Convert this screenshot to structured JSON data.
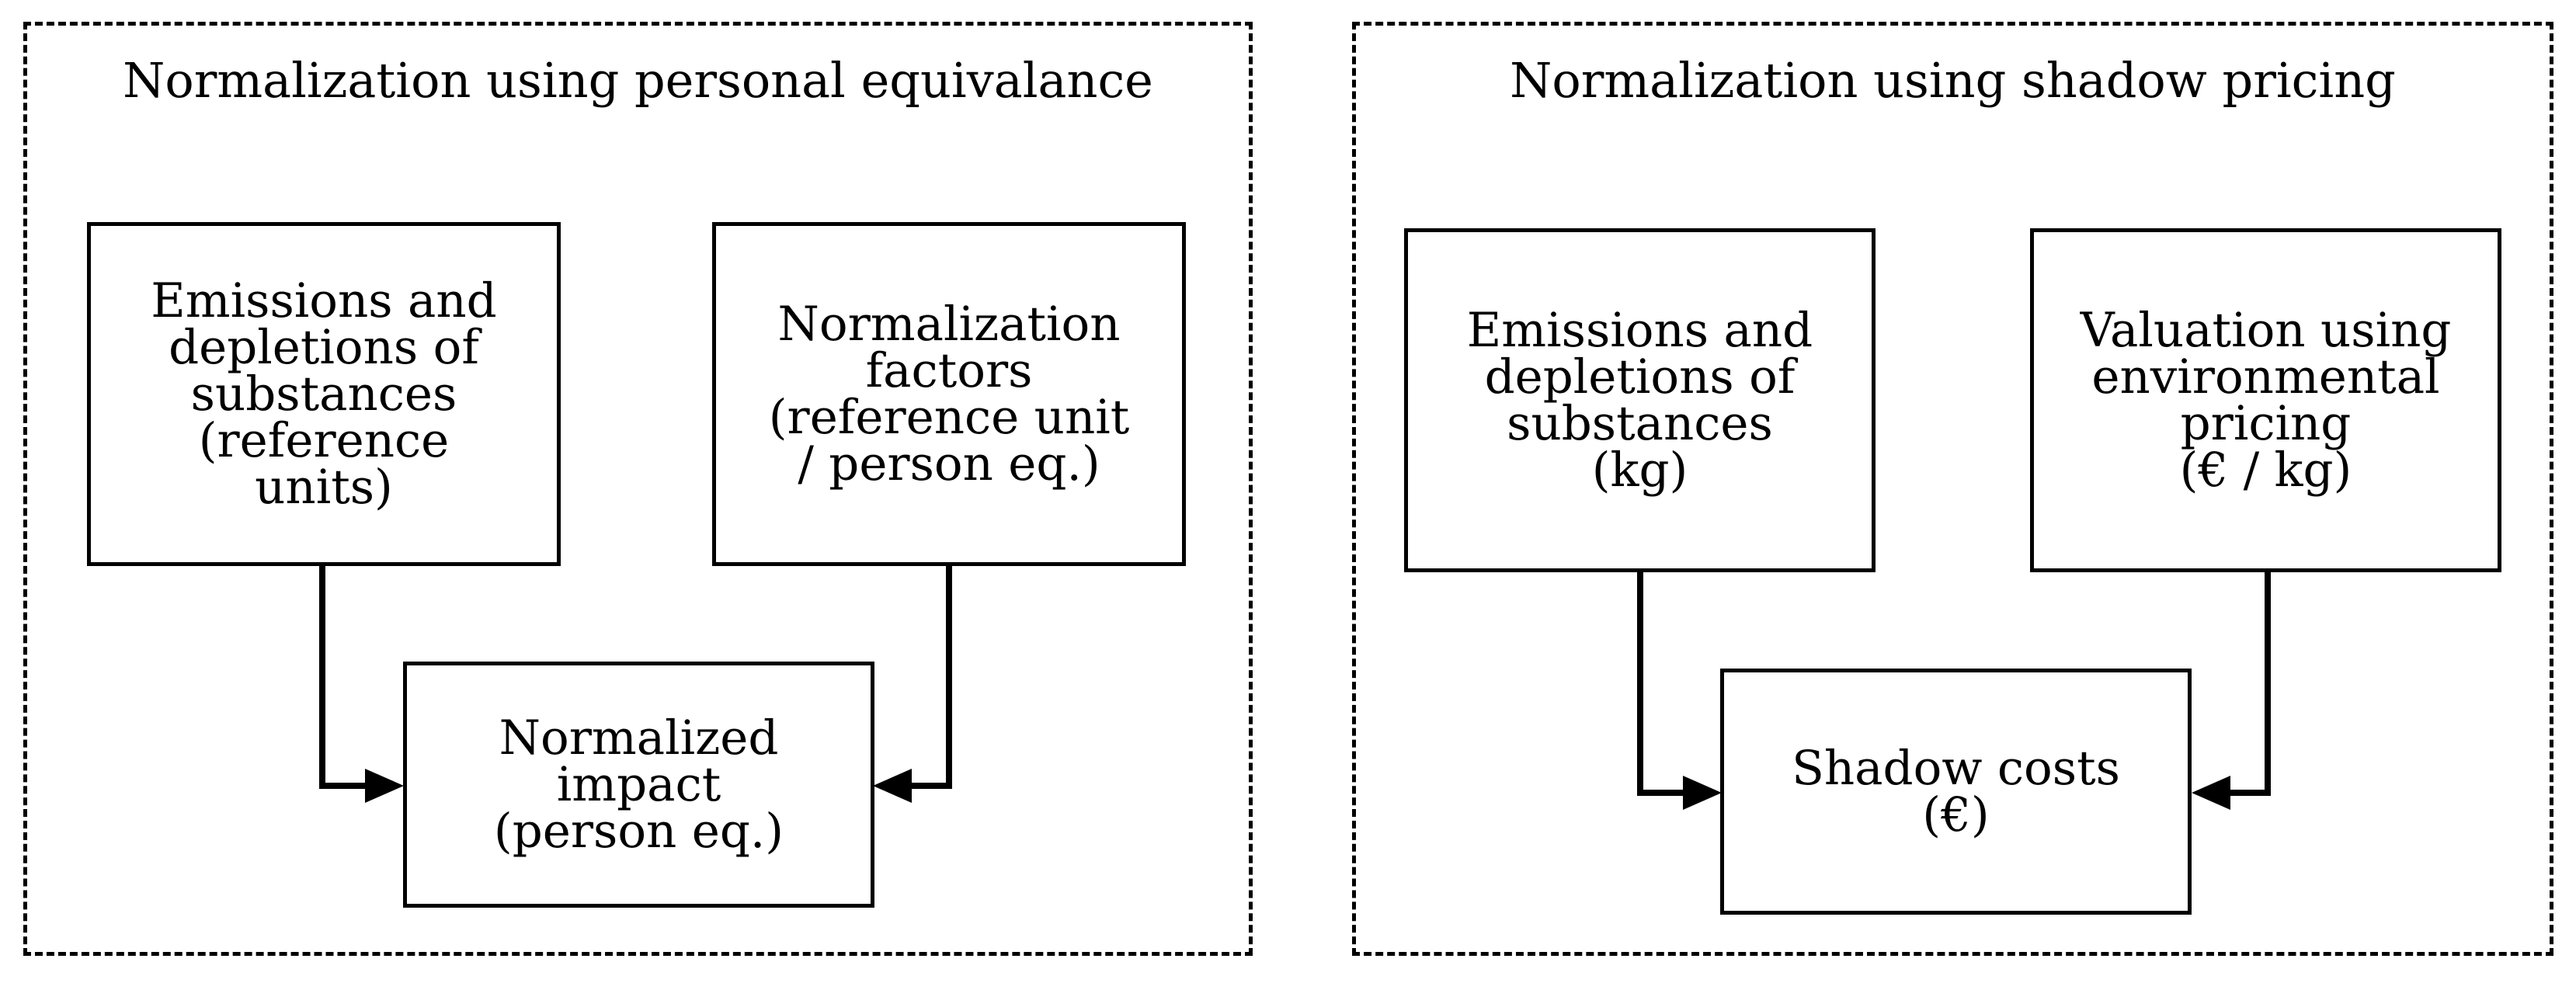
{
  "panels": [
    {
      "title": "Normalization using personal equivalance",
      "boxes": {
        "input_left": [
          "Emissions and",
          "depletions of",
          "substances",
          "(reference",
          "units)"
        ],
        "input_right": [
          "Normalization",
          "factors",
          "(reference unit",
          "/ person eq.)"
        ],
        "output": [
          "Normalized",
          "impact",
          "(person eq.)"
        ]
      }
    },
    {
      "title": "Normalization using shadow pricing",
      "boxes": {
        "input_left": [
          "Emissions and",
          "depletions of",
          "substances",
          "(kg)"
        ],
        "input_right": [
          "Valuation using",
          "environmental",
          "pricing",
          "(€ / kg)"
        ],
        "output": [
          "Shadow costs",
          "(€)"
        ]
      }
    }
  ],
  "colors": {
    "stroke": "#000000",
    "background": "#ffffff"
  }
}
